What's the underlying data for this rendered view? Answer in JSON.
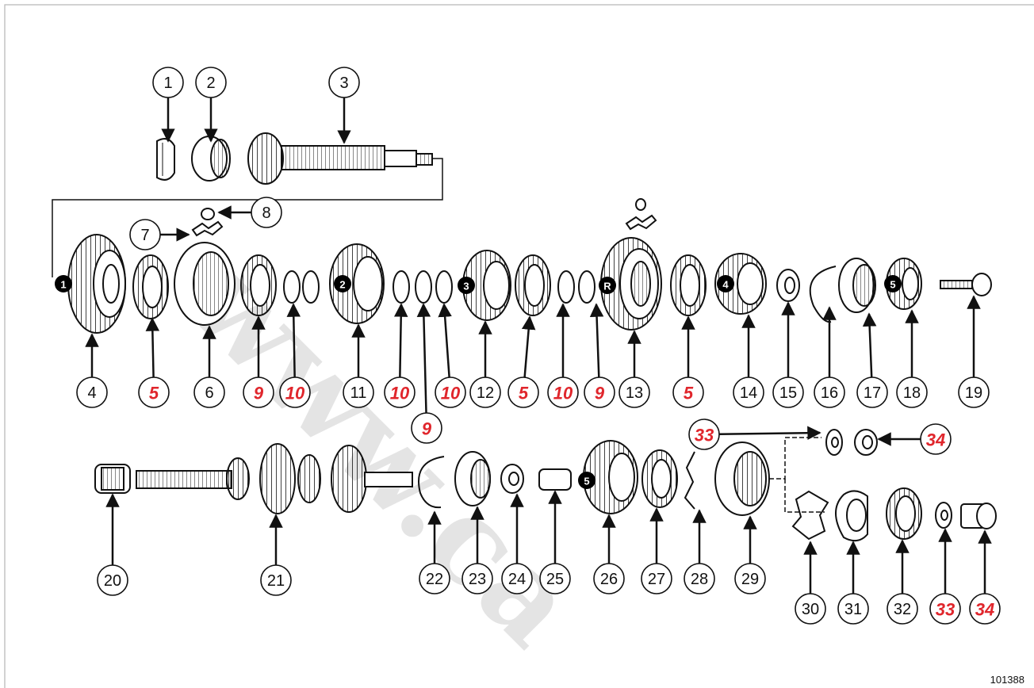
{
  "diagram": {
    "reference_code": "101388",
    "watermark": "www.ca",
    "colors": {
      "ink": "#111111",
      "highlight": "#e0262c",
      "border": "#b5b5b5"
    },
    "callouts": [
      {
        "label": "1",
        "highlight": false
      },
      {
        "label": "2",
        "highlight": false
      },
      {
        "label": "3",
        "highlight": false
      },
      {
        "label": "8",
        "highlight": false
      },
      {
        "label": "7",
        "highlight": false
      },
      {
        "label": "4",
        "highlight": false
      },
      {
        "label": "5",
        "highlight": true
      },
      {
        "label": "6",
        "highlight": false
      },
      {
        "label": "9",
        "highlight": true
      },
      {
        "label": "10",
        "highlight": true
      },
      {
        "label": "11",
        "highlight": false
      },
      {
        "label": "10",
        "highlight": true
      },
      {
        "label": "10",
        "highlight": true
      },
      {
        "label": "12",
        "highlight": false
      },
      {
        "label": "5",
        "highlight": true
      },
      {
        "label": "10",
        "highlight": true
      },
      {
        "label": "9",
        "highlight": true
      },
      {
        "label": "13",
        "highlight": false
      },
      {
        "label": "5",
        "highlight": true
      },
      {
        "label": "14",
        "highlight": false
      },
      {
        "label": "15",
        "highlight": false
      },
      {
        "label": "16",
        "highlight": false
      },
      {
        "label": "17",
        "highlight": false
      },
      {
        "label": "18",
        "highlight": false
      },
      {
        "label": "19",
        "highlight": false
      },
      {
        "label": "9",
        "highlight": true
      },
      {
        "label": "33",
        "highlight": true
      },
      {
        "label": "34",
        "highlight": true
      },
      {
        "label": "20",
        "highlight": false
      },
      {
        "label": "21",
        "highlight": false
      },
      {
        "label": "22",
        "highlight": false
      },
      {
        "label": "23",
        "highlight": false
      },
      {
        "label": "24",
        "highlight": false
      },
      {
        "label": "25",
        "highlight": false
      },
      {
        "label": "26",
        "highlight": false
      },
      {
        "label": "27",
        "highlight": false
      },
      {
        "label": "28",
        "highlight": false
      },
      {
        "label": "29",
        "highlight": false
      },
      {
        "label": "30",
        "highlight": false
      },
      {
        "label": "31",
        "highlight": false
      },
      {
        "label": "32",
        "highlight": false
      },
      {
        "label": "33",
        "highlight": true
      },
      {
        "label": "34",
        "highlight": true
      }
    ],
    "gear_markers": [
      "1",
      "2",
      "3",
      "R",
      "4",
      "5",
      "5"
    ]
  }
}
